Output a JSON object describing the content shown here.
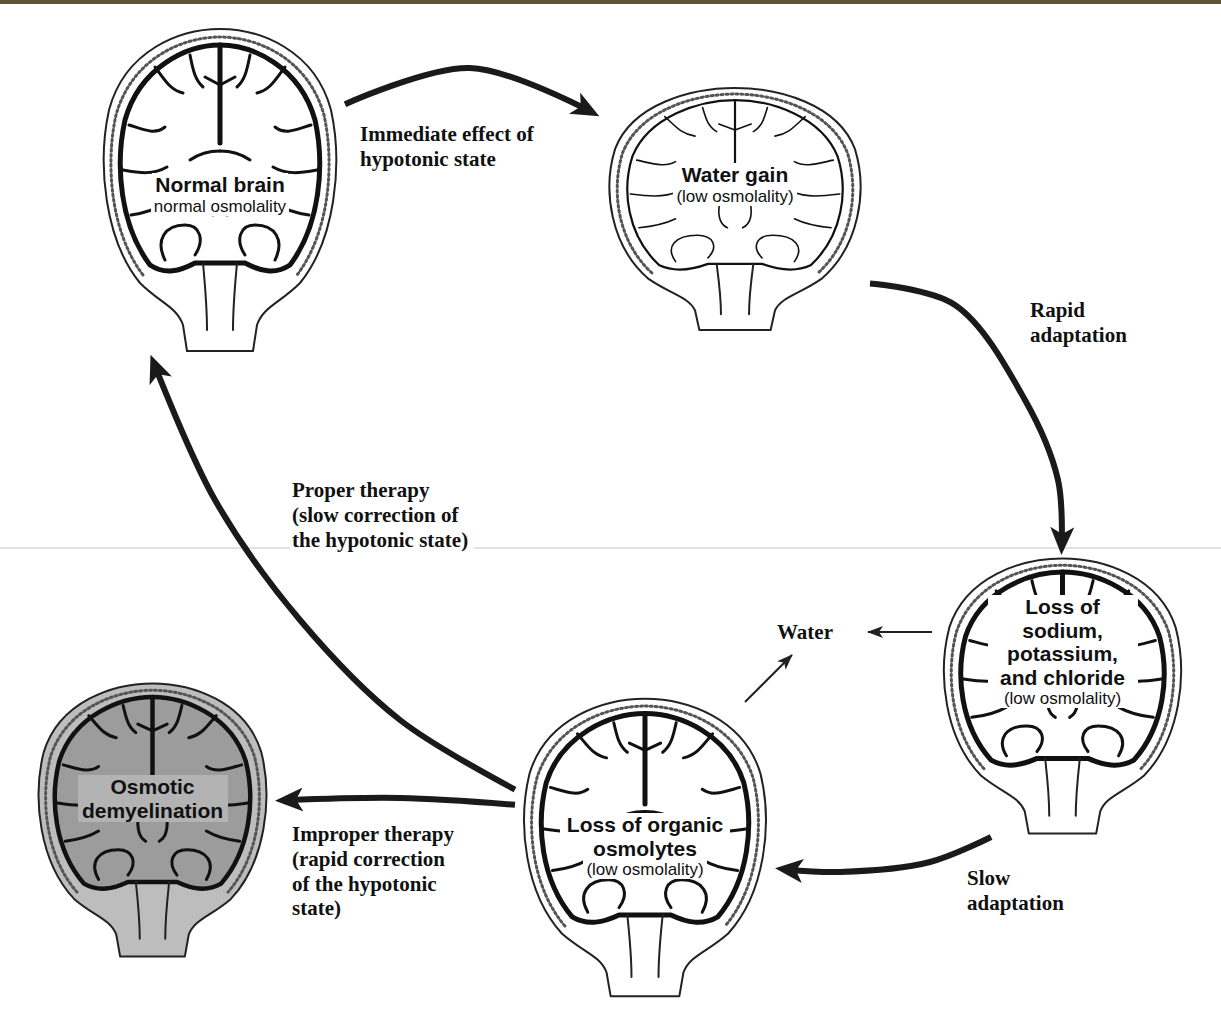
{
  "diagram": {
    "nodes": [
      {
        "text": [
          "Normal brain",
          "normal osmolality"
        ]
      },
      {
        "text": [
          "Water gain",
          "(low osmolality)"
        ]
      },
      {
        "text": [
          "Loss of sodium, potassium, and chloride",
          "(low osmolality)"
        ]
      },
      {
        "text": [
          "Loss of organic osmolytes",
          "(low osmolality)"
        ]
      },
      {
        "text": [
          "Osmotic demyelination"
        ]
      }
    ],
    "edges": [
      {
        "from": 0,
        "to": 1,
        "label": "Immediate effect of hypotonic state",
        "arrow": "to"
      },
      {
        "from": 1,
        "to": 2,
        "label": "Rapid adaptation",
        "arrow": "to"
      },
      {
        "from": 2,
        "to": 3,
        "label": "Slow adaptation",
        "arrow": "to"
      },
      {
        "from": 3,
        "to": 0,
        "label": "Proper therapy (slow correction of the hypotonic state)",
        "arrow": "to"
      },
      {
        "from": 3,
        "to": 4,
        "label": "Improper therapy (rapid correction of the hypotonic state)",
        "arrow": "to"
      }
    ],
    "labels": [
      "Water"
    ]
  }
}
